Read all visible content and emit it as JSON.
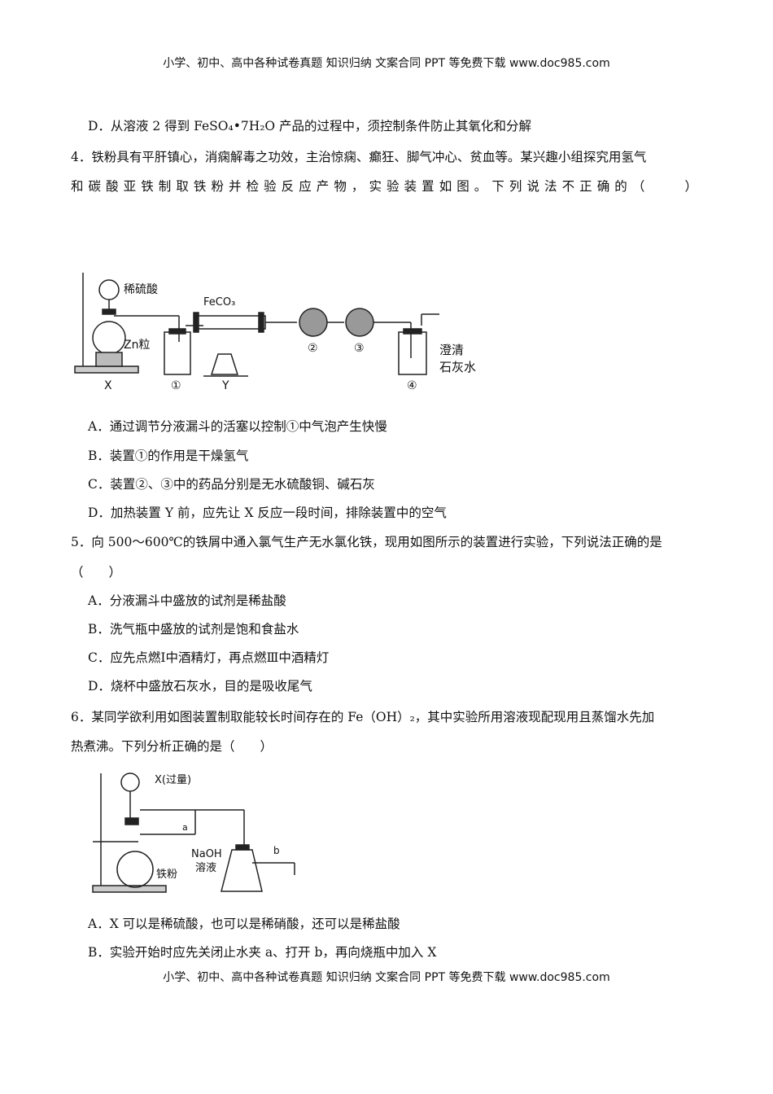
{
  "header": "小学、初中、高中各种试卷真题 知识归纳 文案合同 PPT 等免费下载  www.doc985.com",
  "footer": "小学、初中、高中各种试卷真题 知识归纳 文案合同 PPT 等免费下载  www.doc985.com",
  "q3": {
    "optD": "D．从溶液 2 得到 FeSO₄•7H₂O 产品的过程中，须控制条件防止其氧化和分解"
  },
  "q4": {
    "line1": "4．铁粉具有平肝镇心，消痫解毒之功效，主治惊痫、癫狂、脚气冲心、贫血等。某兴趣小组探究用氢气",
    "line2": "和碳酸亚铁制取铁粉并检验反应产物，实验装置如图。下列说法不正确的（　　）",
    "figure": {
      "acid": "稀硫酸",
      "zn": "Zn粒",
      "X": "X",
      "feco3": "FeCO₃",
      "Y": "Y",
      "n1": "①",
      "n2": "②",
      "n3": "③",
      "n4": "④",
      "lime1": "澄清",
      "lime2": "石灰水"
    },
    "options": [
      "A．通过调节分液漏斗的活塞以控制①中气泡产生快慢",
      "B．装置①的作用是干燥氢气",
      "C．装置②、③中的药品分别是无水硫酸铜、碱石灰",
      "D．加热装置 Y 前，应先让 X 反应一段时间，排除装置中的空气"
    ]
  },
  "q5": {
    "line1": "5．向 500～600℃的铁屑中通入氯气生产无水氯化铁，现用如图所示的装置进行实验，下列说法正确的是",
    "line2": "（　　）",
    "options": [
      "A．分液漏斗中盛放的试剂是稀盐酸",
      "B．洗气瓶中盛放的试剂是饱和食盐水",
      "C．应先点燃Ⅰ中酒精灯，再点燃Ⅲ中酒精灯",
      "D．烧杯中盛放石灰水，目的是吸收尾气"
    ]
  },
  "q6": {
    "line1": "6．某同学欲利用如图装置制取能较长时间存在的 Fe（OH）₂，其中实验所用溶液现配现用且蒸馏水先加",
    "line2": "热煮沸。下列分析正确的是（　　）",
    "figure": {
      "x": "X(过量)",
      "a": "a",
      "b": "b",
      "naoh1": "NaOH",
      "naoh2": "溶液",
      "fe": "铁粉"
    },
    "options": [
      "A．X 可以是稀硫酸，也可以是稀硝酸，还可以是稀盐酸",
      "B．实验开始时应先关闭止水夹 a、打开 b，再向烧瓶中加入 X"
    ]
  }
}
